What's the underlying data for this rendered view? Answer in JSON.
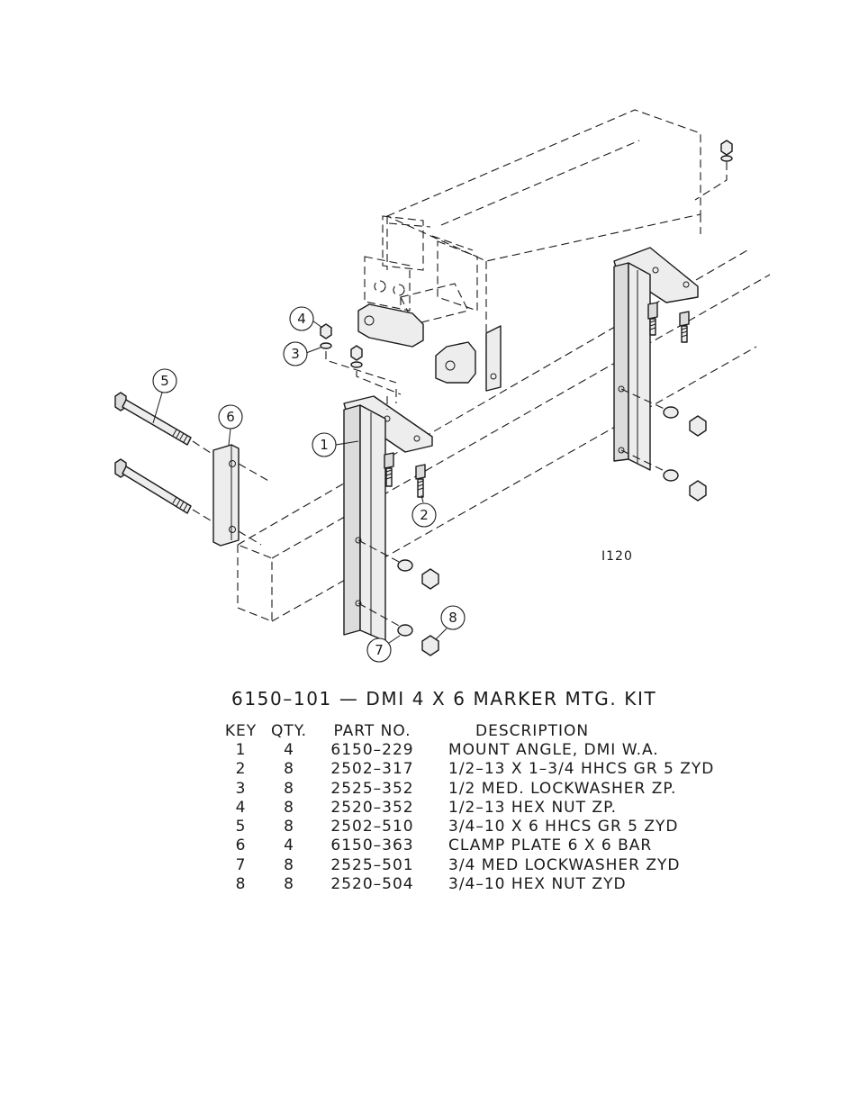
{
  "drawing": {
    "id": "I120",
    "callouts": [
      "1",
      "2",
      "3",
      "4",
      "5",
      "6",
      "7",
      "8"
    ]
  },
  "kit": {
    "title": "6150–101  —  DMI 4 X 6 MARKER MTG. KIT"
  },
  "parts_table": {
    "headers": {
      "key": "KEY",
      "qty": "QTY.",
      "part_no": "PART NO.",
      "description": "DESCRIPTION"
    },
    "rows": [
      {
        "key": "1",
        "qty": "4",
        "part_no": "6150–229",
        "description": "MOUNT ANGLE, DMI W.A."
      },
      {
        "key": "2",
        "qty": "8",
        "part_no": "2502–317",
        "description": "1/2–13 X 1–3/4 HHCS GR 5 ZYD"
      },
      {
        "key": "3",
        "qty": "8",
        "part_no": "2525–352",
        "description": "1/2 MED. LOCKWASHER ZP."
      },
      {
        "key": "4",
        "qty": "8",
        "part_no": "2520–352",
        "description": "1/2–13 HEX NUT ZP."
      },
      {
        "key": "5",
        "qty": "8",
        "part_no": "2502–510",
        "description": "3/4–10 X 6 HHCS GR 5 ZYD"
      },
      {
        "key": "6",
        "qty": "4",
        "part_no": "6150–363",
        "description": "CLAMP PLATE 6 X 6 BAR"
      },
      {
        "key": "7",
        "qty": "8",
        "part_no": "2525–501",
        "description": "3/4 MED LOCKWASHER ZYD"
      },
      {
        "key": "8",
        "qty": "8",
        "part_no": "2520–504",
        "description": "3/4–10 HEX NUT ZYD"
      }
    ]
  }
}
